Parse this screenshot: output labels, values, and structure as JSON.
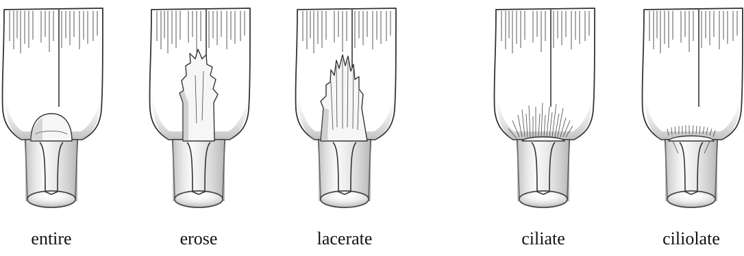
{
  "figure": {
    "labels": {
      "entire": "entire",
      "erose": "erose",
      "lacerate": "lacerate",
      "ciliate": "ciliate",
      "ciliolate": "ciliolate"
    }
  }
}
